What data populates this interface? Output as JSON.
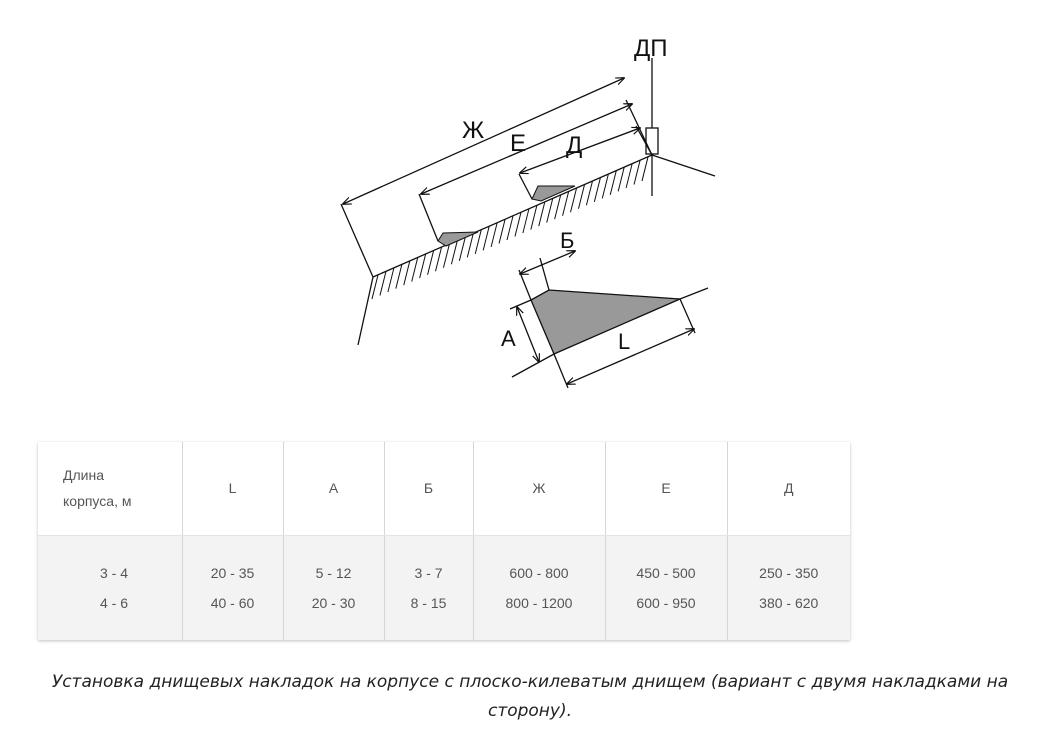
{
  "diagram": {
    "labels": {
      "dp": "ДП",
      "zh": "Ж",
      "e": "Е",
      "d": "Д",
      "b": "Б",
      "a": "А",
      "l": "L"
    },
    "colors": {
      "line": "#111111",
      "plate_fill": "#999999"
    }
  },
  "table": {
    "headers": [
      "Длина корпуса, м",
      "L",
      "А",
      "Б",
      "Ж",
      "Е",
      "Д"
    ],
    "header_first_lines": [
      "Длина",
      "корпуса, м"
    ],
    "rows": [
      [
        "3 - 4",
        "20 - 35",
        "5 - 12",
        "3 - 7",
        "600 - 800",
        "450 - 500",
        "250 - 350"
      ],
      [
        "4 - 6",
        "40 - 60",
        "20 - 30",
        "8 - 15",
        "800 - 1200",
        "600 - 950",
        "380 - 620"
      ]
    ]
  },
  "caption": "Установка днищевых накладок на корпусе с плоско-килеватым днищем (вариант с двумя накладками на сторону)."
}
